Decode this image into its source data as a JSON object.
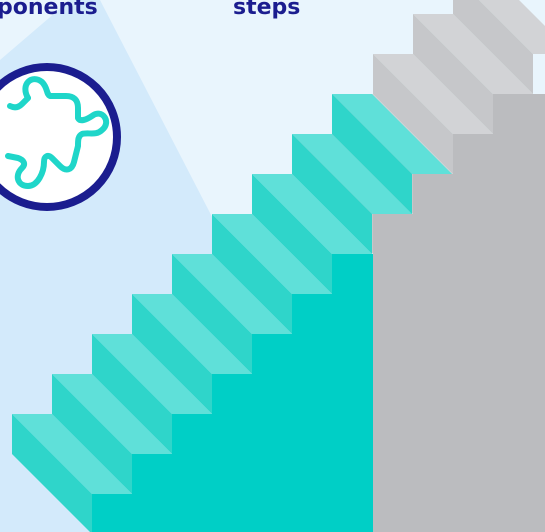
{
  "labels": {
    "components": "ponents",
    "steps": "steps"
  },
  "icons": {
    "badge": "puzzle-piece-icon"
  },
  "colors": {
    "background": "#e9f5fd",
    "label_text": "#1b1d8f",
    "badge_ring": "#1b1d8f",
    "badge_fill": "#ffffff",
    "icon_stroke": "#1fd6c9",
    "beam": "#d3eafb",
    "teal_tread": "#5fe0d9",
    "teal_riser": "#2fd5ca",
    "teal_body": "#00cfc6",
    "gray_tread": "#d2d3d6",
    "gray_riser": "#c6c7ca",
    "gray_body": "#bbbcbf"
  },
  "stairs": {
    "teal_steps": 9,
    "gray_steps": 5
  }
}
